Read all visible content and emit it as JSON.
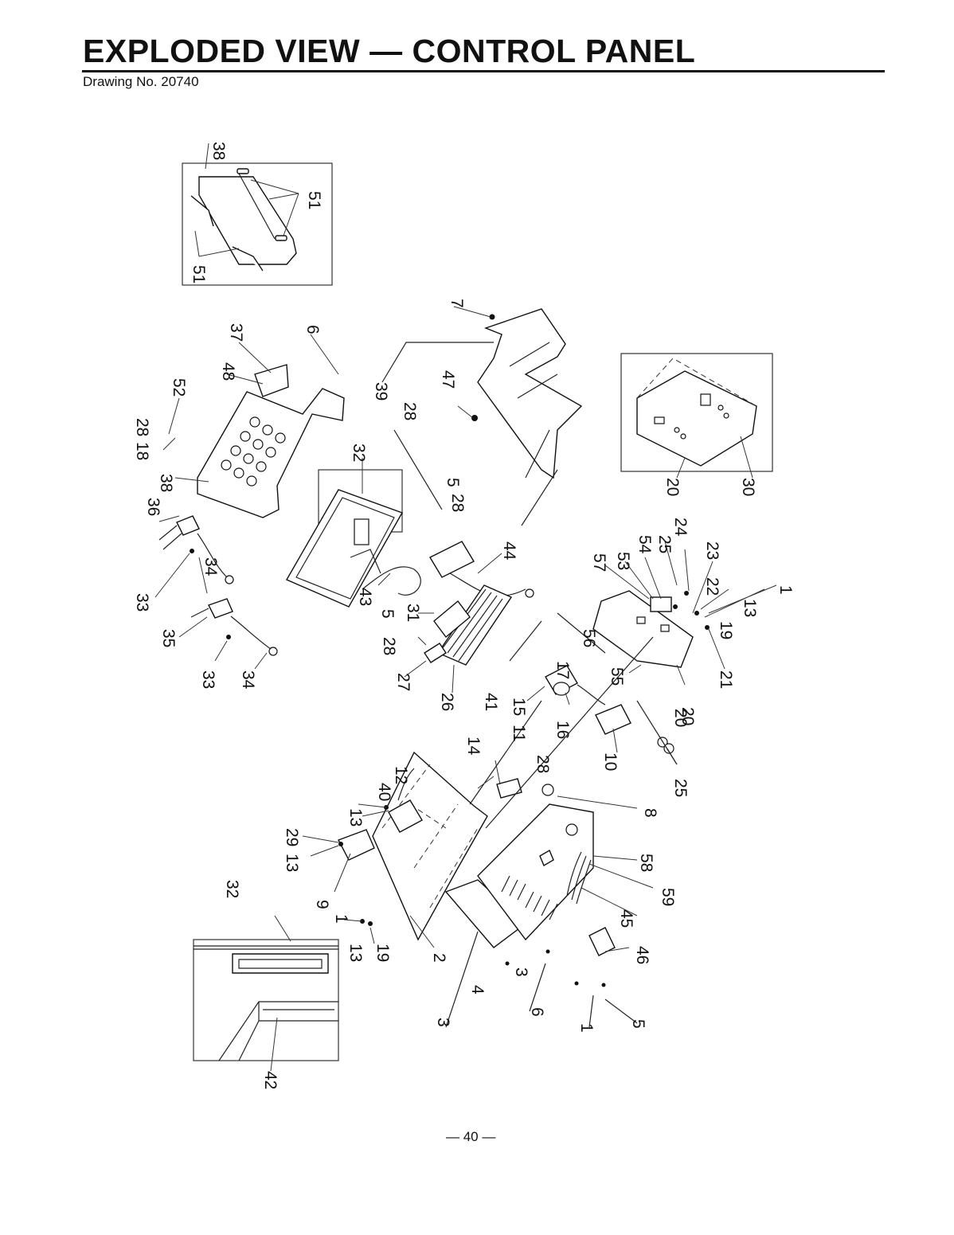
{
  "header": {
    "title": "EXPLODED VIEW — CONTROL PANEL",
    "drawing_no": "Drawing No. 20740"
  },
  "footer": {
    "page": "— 40 —"
  },
  "diagram": {
    "callouts": [
      "38",
      "51",
      "51",
      "7",
      "37",
      "6",
      "48",
      "52",
      "28",
      "18",
      "38",
      "39",
      "28",
      "47",
      "32",
      "36",
      "5",
      "28",
      "33",
      "34",
      "35",
      "33",
      "34",
      "43",
      "44",
      "31",
      "5",
      "28",
      "27",
      "26",
      "57",
      "53",
      "54",
      "25",
      "24",
      "23",
      "22",
      "1",
      "13",
      "19",
      "21",
      "56",
      "55",
      "20",
      "41",
      "17",
      "15",
      "11",
      "16",
      "10",
      "20",
      "25",
      "14",
      "28",
      "12",
      "40",
      "13",
      "29",
      "13",
      "9",
      "1",
      "13",
      "19",
      "2",
      "8",
      "58",
      "59",
      "45",
      "46",
      "4",
      "3",
      "6",
      "3",
      "1",
      "5",
      "32",
      "42",
      "20",
      "30"
    ]
  }
}
